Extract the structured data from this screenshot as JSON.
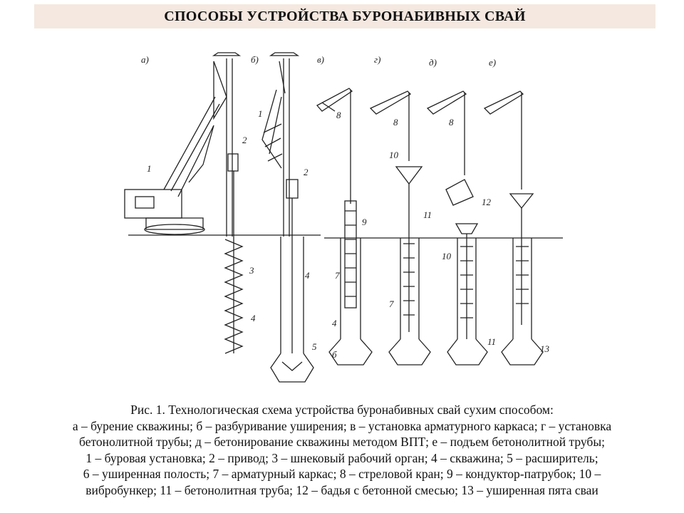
{
  "title": "СПОСОБЫ УСТРОЙСТВА БУРОНАБИВНЫХ СВАЙ",
  "stage_labels": [
    "а)",
    "б)",
    "в)",
    "г)",
    "д)",
    "е)"
  ],
  "part_numbers": {
    "n1": "1",
    "n2": "2",
    "n3": "3",
    "n4": "4",
    "n5": "5",
    "n6": "б",
    "n7": "7",
    "n8": "8",
    "n9": "9",
    "n10": "10",
    "n11": "11",
    "n12": "12",
    "n13": "13"
  },
  "caption": {
    "lines": [
      "Рис. 1. Технологическая схема устройства буронабивных свай сухим способом:",
      "а – бурение скважины; б – разбуривание уширения; в – установка арматурного каркаса; г – установка",
      "бетонолитной трубы; д – бетонирование скважины методом ВПТ; е – подъем бетонолитной трубы;",
      "1 – буровая установка; 2 – привод; 3 – шнековый рабочий орган; 4 – скважина; 5 – расширитель;",
      "6 – уширенная полость; 7 – арматурный каркас; 8 – стреловой кран; 9 – кондуктор-патрубок; 10 –",
      "вибробункер; 11 – бетонолитная труба; 12 – бадья с бетонной смесью; 13 – уширенная пята сваи"
    ]
  },
  "colors": {
    "title_bg": "#f4e8e0",
    "ink": "#222222"
  }
}
